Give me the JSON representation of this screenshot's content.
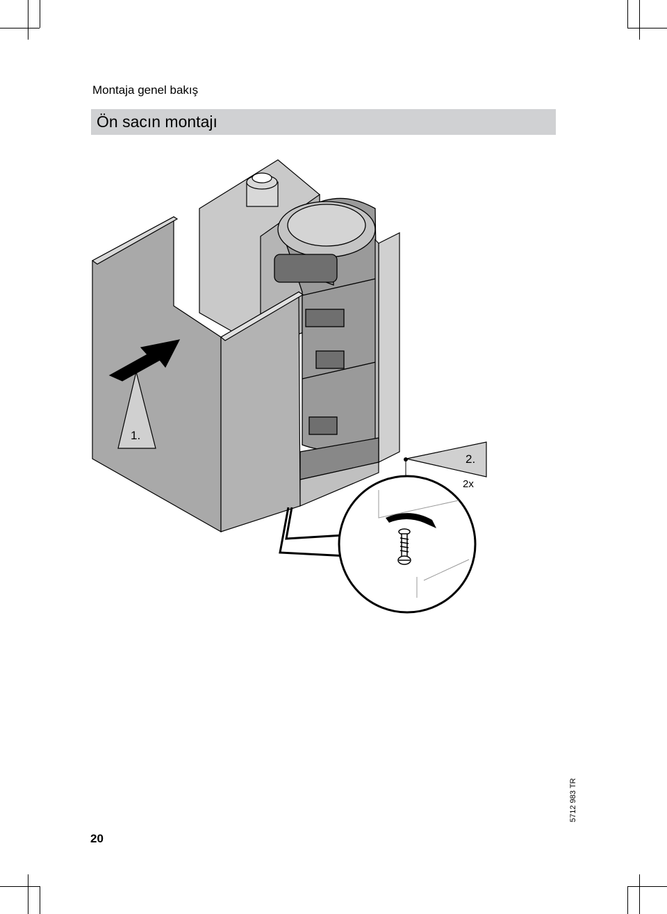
{
  "header": {
    "section_label": "Montaja genel bakış"
  },
  "title_bar": {
    "title": "Ön sacın montajı"
  },
  "illustration": {
    "step1_label": "1.",
    "step2_label": "2.",
    "step2_count": "2x"
  },
  "footer": {
    "page_number": "20",
    "document_code": "5712 983 TR"
  }
}
